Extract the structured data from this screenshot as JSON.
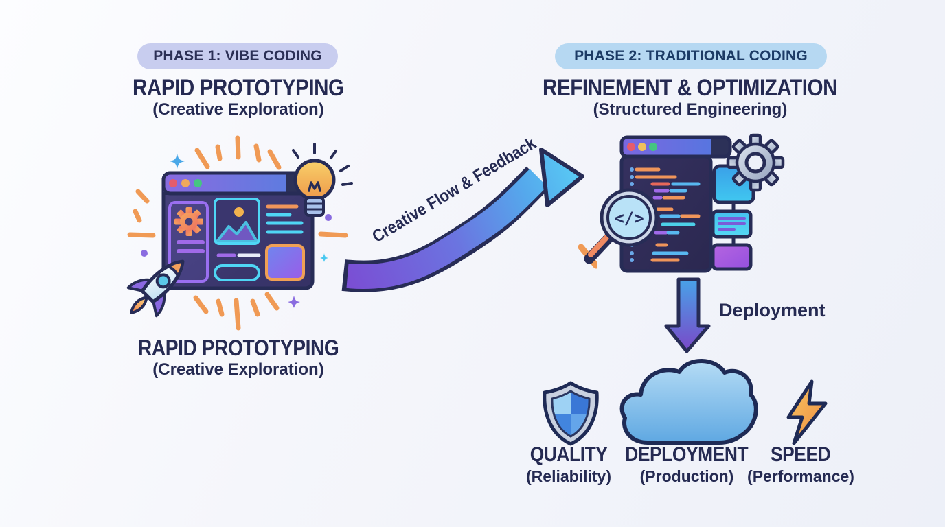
{
  "phase1": {
    "badge": "PHASE 1: VIBE CODING",
    "title": "RAPID PROTOTYPING",
    "subtitle": "(Creative Exploration)",
    "caption_title": "RAPID PROTOTYPING",
    "caption_subtitle": "(Creative Exploration)"
  },
  "phase2": {
    "badge": "PHASE 2: TRADITIONAL CODING",
    "title": "REFINEMENT & OPTIMIZATION",
    "subtitle": "(Structured Engineering)"
  },
  "flow": {
    "label": "Creative Flow & Feedback"
  },
  "deploy": {
    "label": "Deployment"
  },
  "outcomes": [
    {
      "icon": "shield-icon",
      "title": "QUALITY",
      "subtitle": "(Reliability)"
    },
    {
      "icon": "cloud-icon",
      "title": "DEPLOYMENT",
      "subtitle": "(Production)"
    },
    {
      "icon": "lightning-icon",
      "title": "SPEED",
      "subtitle": "(Performance)"
    }
  ],
  "icons": {
    "code_glyph": "</>"
  },
  "colors": {
    "badge1_bg": "#c8cdef",
    "badge2_bg": "#b6d8f2",
    "heading": "#252a52",
    "badge2_text": "#1c3b66",
    "outline_navy": "#272c56",
    "arrow_start": "#7a4fd4",
    "arrow_end": "#58c8f4",
    "accent_orange": "#f09a55",
    "accent_cyan": "#4fd6f5",
    "accent_purple": "#9a6ff0"
  }
}
